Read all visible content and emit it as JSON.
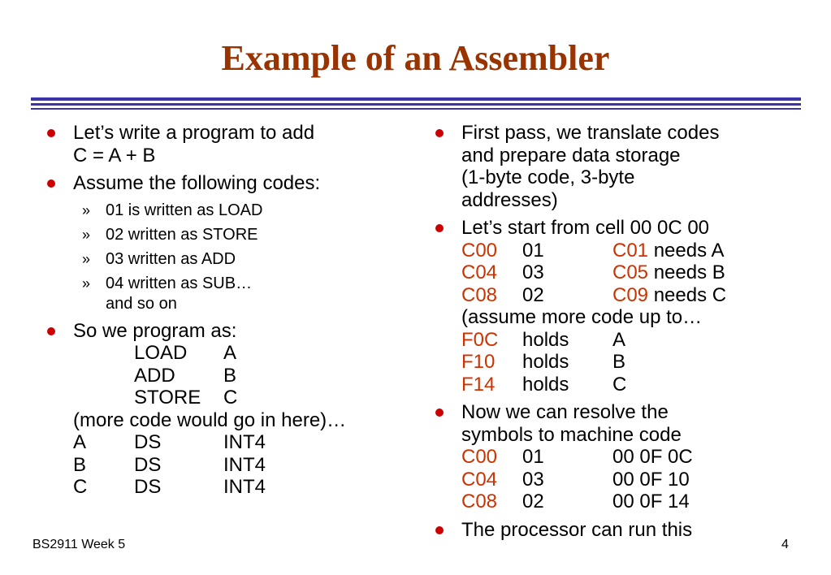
{
  "slide": {
    "title": "Example of an Assembler",
    "footer_left": "BS2911 Week 5",
    "page_number": "4",
    "colors": {
      "title": "#993300",
      "rule": "#3a34a8",
      "bullet": "#cc0000",
      "highlight": "#cc3300"
    }
  },
  "left": {
    "b1": {
      "line1": "Let’s write a program to add",
      "line2": "C = A + B"
    },
    "b2": {
      "text": "Assume the following codes:",
      "marker": "»",
      "subs": [
        "01 is written as LOAD",
        "02 written as STORE",
        "03 written as ADD",
        "04 written as SUB…"
      ],
      "sub_extra": "and so on"
    },
    "b3": {
      "text": "So we program as:",
      "program": [
        {
          "op": "LOAD",
          "arg": "A"
        },
        {
          "op": "ADD",
          "arg": "B"
        },
        {
          "op": "STORE",
          "arg": "C"
        }
      ],
      "more": "(more code would go in here)…",
      "data": [
        {
          "name": "A",
          "dir": "DS",
          "type": "INT4"
        },
        {
          "name": "B",
          "dir": "DS",
          "type": "INT4"
        },
        {
          "name": "C",
          "dir": "DS",
          "type": "INT4"
        }
      ]
    }
  },
  "right": {
    "b1": {
      "lines": [
        "First pass, we translate codes",
        "and prepare data storage",
        "(1-byte code, 3-byte",
        "addresses)"
      ]
    },
    "b2": {
      "text": "Let’s start from cell 00 0C 00",
      "rows": [
        {
          "addr": "C00",
          "code": "01",
          "ref": "C01",
          "rest": "needs A"
        },
        {
          "addr": "C04",
          "code": "03",
          "ref": "C05",
          "rest": "needs B"
        },
        {
          "addr": "C08",
          "code": "02",
          "ref": "C09",
          "rest": "needs C"
        }
      ],
      "assume": "(assume more code up to…",
      "holds": [
        {
          "addr": "F0C",
          "word": "holds",
          "var": "A"
        },
        {
          "addr": "F10",
          "word": "holds",
          "var": "B"
        },
        {
          "addr": "F14",
          "word": "holds",
          "var": "C"
        }
      ]
    },
    "b3": {
      "line1": "Now we can resolve the",
      "line2": "symbols to machine code",
      "rows": [
        {
          "addr": "C00",
          "code": "01",
          "operand": "00 0F 0C"
        },
        {
          "addr": "C04",
          "code": "03",
          "operand": "00 0F 10"
        },
        {
          "addr": "C08",
          "code": "02",
          "operand": "00 0F 14"
        }
      ]
    },
    "b4": {
      "text": "The processor can run this"
    }
  }
}
